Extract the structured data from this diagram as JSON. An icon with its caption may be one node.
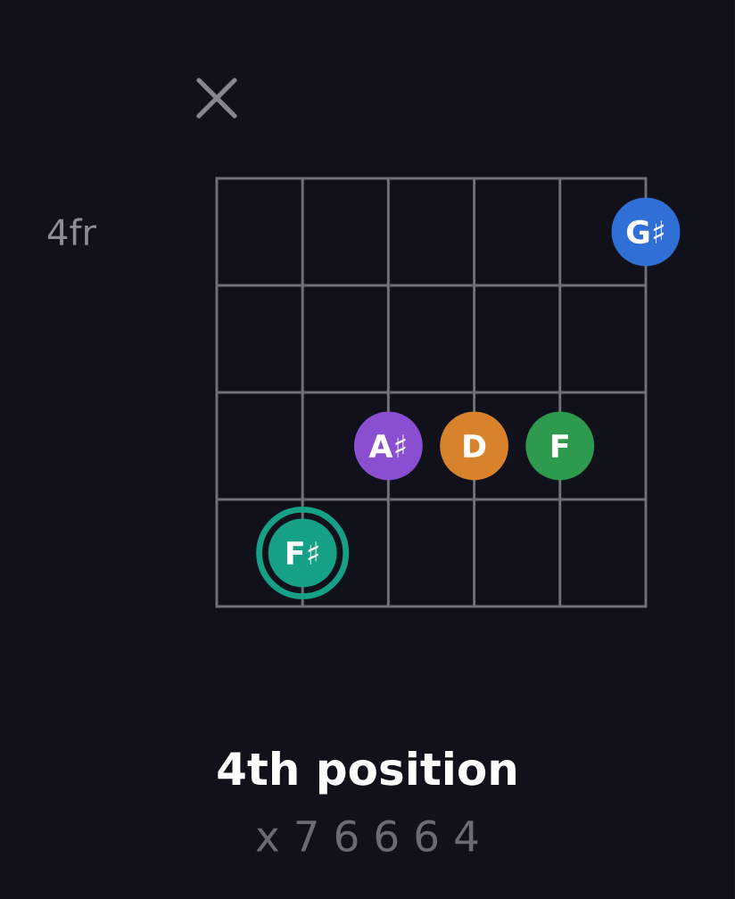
{
  "diagram": {
    "caption": "4th position",
    "nodes": [
      {
        "text": [
          "G♯"
        ]
      },
      {
        "text": [
          "A♯"
        ]
      },
      {
        "text": [
          "D"
        ]
      },
      {
        "text": [
          "F"
        ]
      },
      {
        "text": [
          "F♯"
        ]
      }
    ],
    "labels": [
      "4fr",
      "x 7 6 6 6 4"
    ]
  }
}
